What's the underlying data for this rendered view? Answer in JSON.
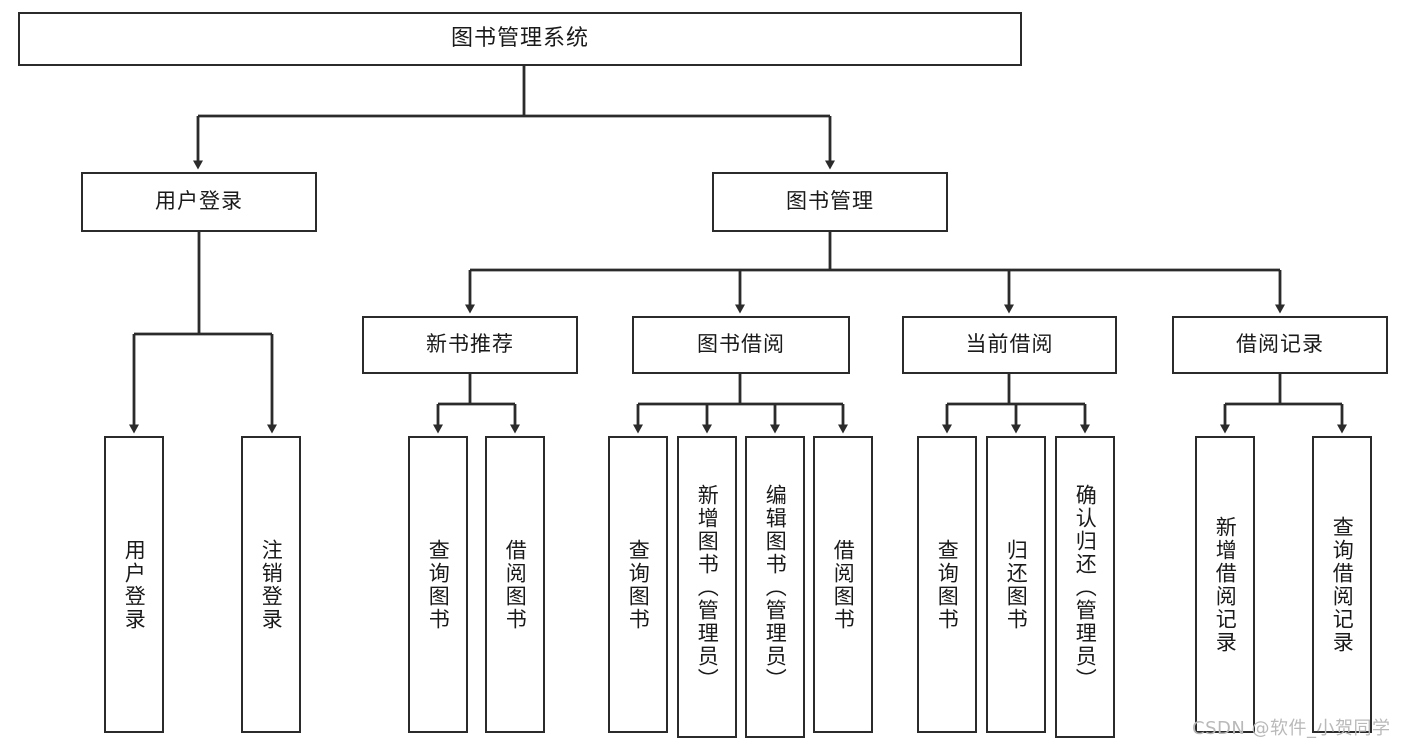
{
  "diagram": {
    "title": "图书管理系统",
    "type": "tree-hierarchy-diagram",
    "colors": {
      "stroke": "#2b2b2b",
      "fill": "#ffffff",
      "text": "#1a1a1a",
      "watermark": "#b9b9b9"
    },
    "root": {
      "label": "图书管理系统"
    },
    "level2": [
      {
        "label": "用户登录"
      },
      {
        "label": "图书管理"
      }
    ],
    "level3": [
      {
        "label": "新书推荐"
      },
      {
        "label": "图书借阅"
      },
      {
        "label": "当前借阅"
      },
      {
        "label": "借阅记录"
      }
    ],
    "leaves": {
      "user_login": [
        {
          "label": "用户登录"
        },
        {
          "label": "注销登录"
        }
      ],
      "new_book": [
        {
          "label": "查询图书"
        },
        {
          "label": "借阅图书"
        }
      ],
      "book_borrow": [
        {
          "label": "查询图书"
        },
        {
          "label": "新增图书（管理员）"
        },
        {
          "label": "编辑图书（管理员）"
        },
        {
          "label": "借阅图书"
        }
      ],
      "current_borrow": [
        {
          "label": "查询图书"
        },
        {
          "label": "归还图书"
        },
        {
          "label": "确认归还（管理员）"
        }
      ],
      "borrow_record": [
        {
          "label": "新增借阅记录"
        },
        {
          "label": "查询借阅记录"
        }
      ]
    }
  },
  "watermark": {
    "text": "CSDN @软件_小贺同学"
  }
}
